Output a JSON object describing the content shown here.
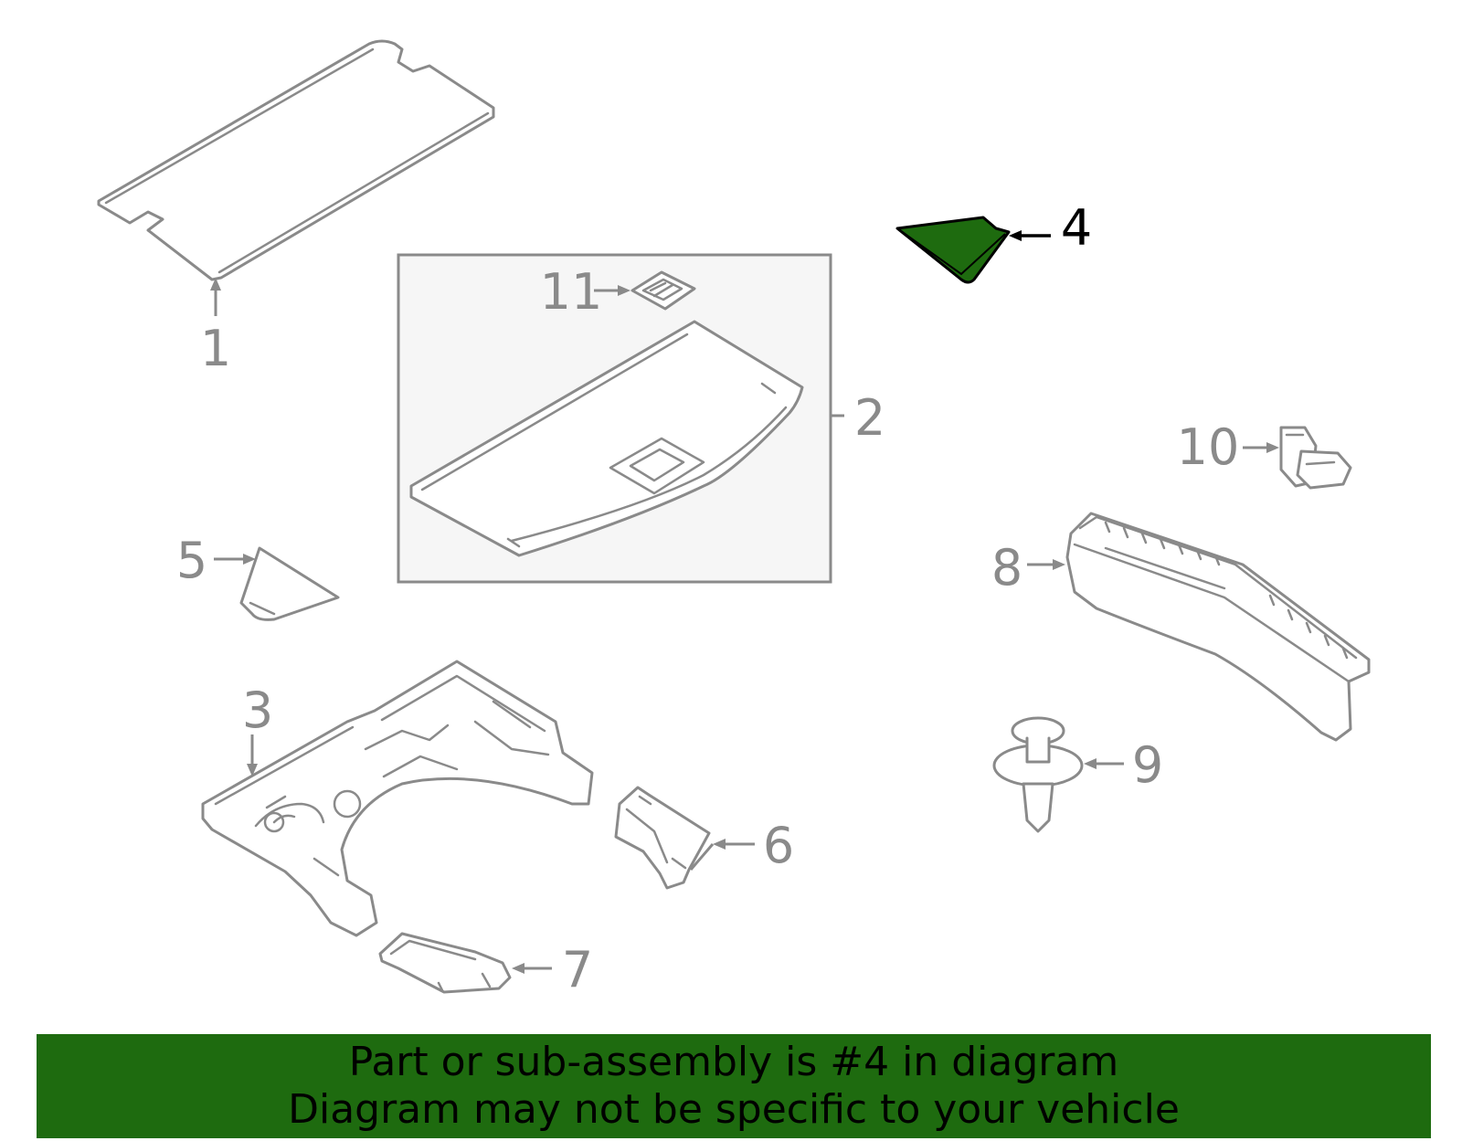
{
  "colors": {
    "highlight": "#1e6b0f",
    "banner": "#1e6b0f",
    "line_art": "#8a8a8a",
    "group_box_fill": "#f6f6f6",
    "active_callout": "#000000"
  },
  "highlighted_part": "4",
  "callouts": {
    "c1": "1",
    "c2": "2",
    "c3": "3",
    "c4": "4",
    "c5": "5",
    "c6": "6",
    "c7": "7",
    "c8": "8",
    "c9": "9",
    "c10": "10",
    "c11": "11"
  },
  "banner": {
    "line1": "Part or sub-assembly is #4 in diagram",
    "line2": "Diagram may not be specific to your vehicle"
  }
}
